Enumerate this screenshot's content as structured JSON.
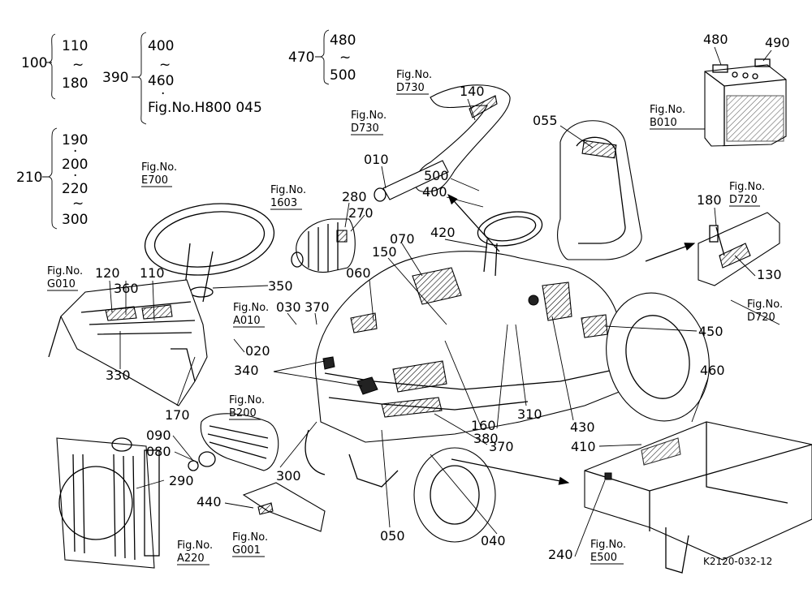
{
  "drawing_code": "K2120-032-12",
  "groups": {
    "g100": {
      "head": "100",
      "items": [
        "110",
        "~",
        "180"
      ]
    },
    "g390": {
      "head": "390",
      "items": [
        "400",
        "~",
        "460",
        "·",
        "Fig.No.H800  045"
      ]
    },
    "g470": {
      "head": "470",
      "items": [
        "480",
        "~",
        "500"
      ]
    },
    "g210": {
      "head": "210",
      "items": [
        "190",
        "·",
        "200",
        "·",
        "220",
        "~",
        "300"
      ]
    }
  },
  "fig_refs": {
    "e700": [
      "Fig.No.",
      "E700"
    ],
    "d730a": [
      "Fig.No.",
      "D730"
    ],
    "d730b": [
      "Fig.No.",
      "D730"
    ],
    "b010": [
      "Fig.No.",
      "B010"
    ],
    "f1603": [
      "Fig.No.",
      "1603"
    ],
    "d720a": [
      "Fig.No.",
      "D720"
    ],
    "d720b": [
      "Fig.No.",
      "D720"
    ],
    "g010": [
      "Fig.No.",
      "G010"
    ],
    "a010": [
      "Fig.No.",
      "A010"
    ],
    "b200": [
      "Fig.No.",
      "B200"
    ],
    "a220": [
      "Fig.No.",
      "A220"
    ],
    "g001": [
      "Fig.No.",
      "G001"
    ],
    "e500": [
      "Fig.No.",
      "E500"
    ]
  },
  "callouts": {
    "c140": "140",
    "c010": "010",
    "c055": "055",
    "c480": "480",
    "c490": "490",
    "c280": "280",
    "c270": "270",
    "c500": "500",
    "c400": "400",
    "c420": "420",
    "c070": "070",
    "c150": "150",
    "c060": "060",
    "c180": "180",
    "c130": "130",
    "c120": "120",
    "c360": "360",
    "c110": "110",
    "c350": "350",
    "c030": "030",
    "c370a": "370",
    "c020": "020",
    "c330": "330",
    "c340": "340",
    "c450": "450",
    "c170": "170",
    "c310": "310",
    "c380": "380",
    "c430": "430",
    "c160": "160",
    "c370b": "370",
    "c460": "460",
    "c410": "410",
    "c090": "090",
    "c080": "080",
    "c290": "290",
    "c300": "300",
    "c440": "440",
    "c050": "050",
    "c040": "040",
    "c240": "240"
  }
}
